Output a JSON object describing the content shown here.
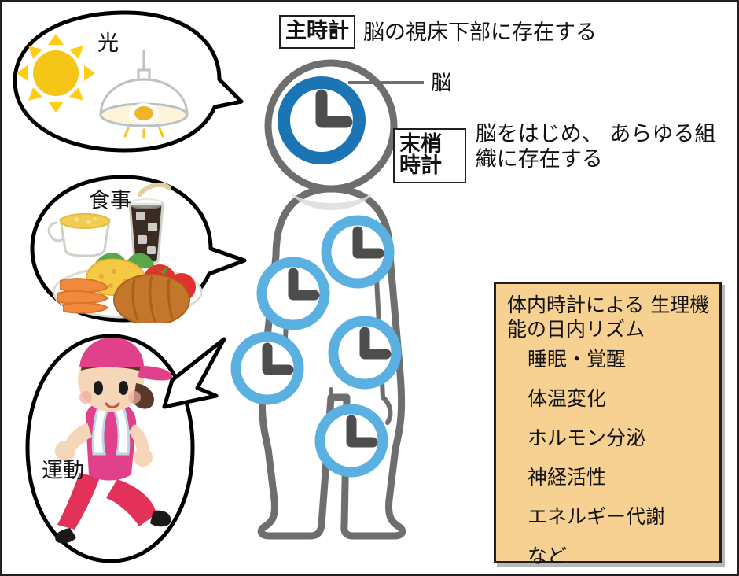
{
  "diagram": {
    "title_annotations": {
      "master_clock": {
        "badge": "主時計",
        "text": "脳の視床下部に存在する"
      },
      "peripheral_clock": {
        "badge": "末梢時計",
        "text": "脳をはじめ、\nあらゆる組織に存在する"
      },
      "brain_leader": "脳"
    },
    "bubbles": [
      {
        "label": "光",
        "icons": [
          "sun-icon",
          "ceiling-lamp-icon"
        ]
      },
      {
        "label": "食事",
        "icons": [
          "soup-cup-icon",
          "iced-drink-icon",
          "breakfast-plate-icon"
        ]
      },
      {
        "label": "運動",
        "icons": [
          "jogging-woman-icon"
        ]
      }
    ],
    "clocks": {
      "master": {
        "name": "主時計",
        "ring_color": "#1b74b4",
        "hand_color": "#4d4d4d",
        "hours": "3:00"
      },
      "peripheral_count": 5,
      "peripheral_ring_color": "#5bb0e2",
      "peripheral_hand_color": "#4d4d4d"
    },
    "info_box": {
      "title": "体内時計による\n生理機能の日内リズム",
      "items": [
        "睡眠・覚醒",
        "体温変化",
        "ホルモン分泌",
        "神経活性",
        "エネルギー代謝",
        "など"
      ],
      "background": "#f6d192",
      "border": "#231f20"
    },
    "body_figure": {
      "name": "human-silhouette",
      "outline_color": "#6e6e6e"
    }
  }
}
